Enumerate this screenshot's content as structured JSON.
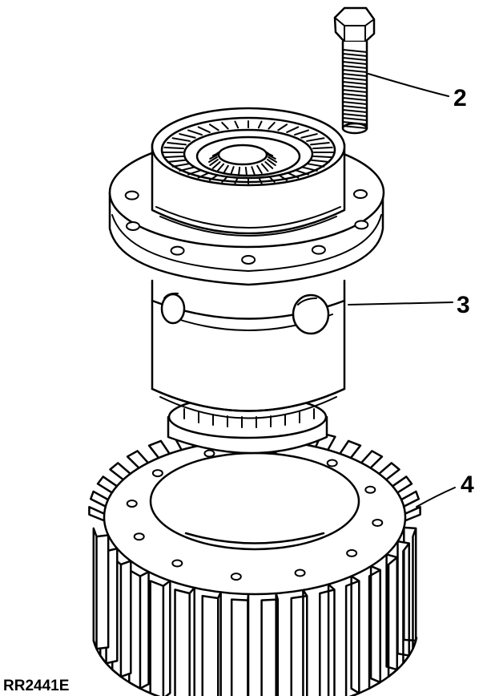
{
  "figure": {
    "line_color": "#000000",
    "background": "#ffffff",
    "callouts": [
      {
        "label": "2"
      },
      {
        "label": "3"
      },
      {
        "label": "4"
      }
    ],
    "reference_code": "RR2441E"
  }
}
